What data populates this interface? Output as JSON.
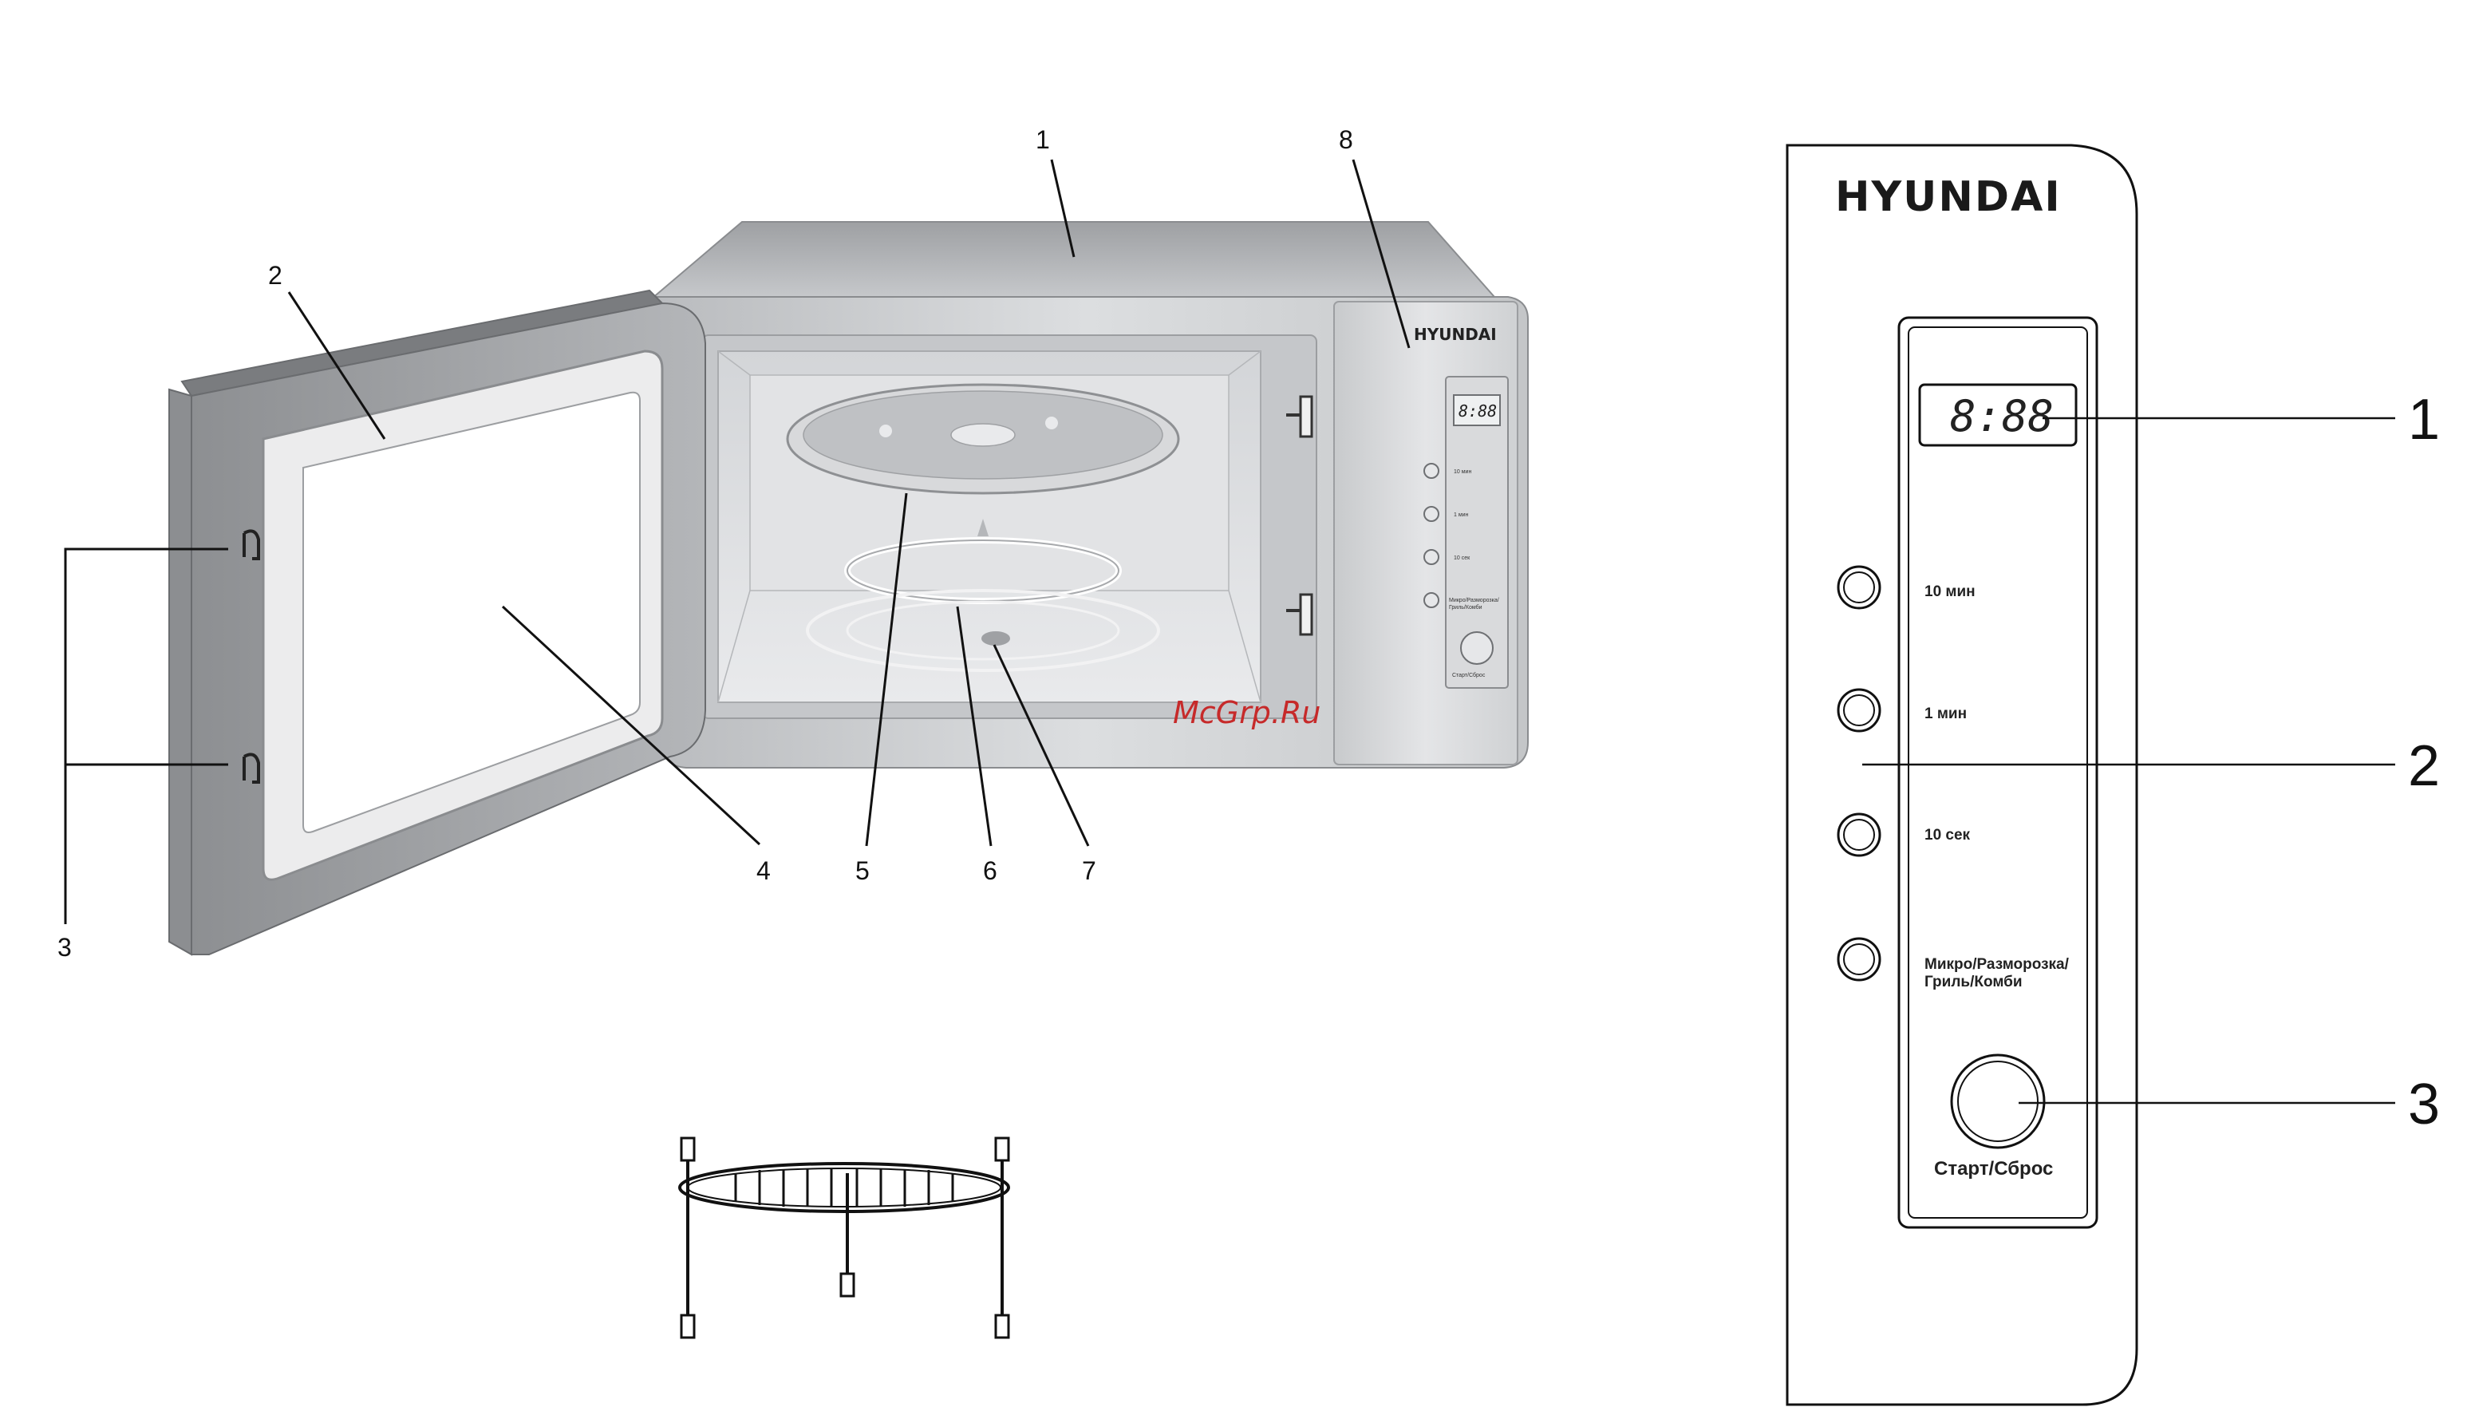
{
  "callouts": {
    "c1": "1",
    "c2": "2",
    "c3": "3",
    "c4": "4",
    "c5": "5",
    "c6": "6",
    "c7": "7",
    "c8": "8"
  },
  "brand": "HYUNDAI",
  "display": "8:88",
  "panel_buttons": {
    "b1": "10 мин",
    "b2": "1 мин",
    "b3": "10 сек",
    "b4_line1": "Микро/Разморозка/",
    "b4_line2": "Гриль/Комби"
  },
  "start_label": "Старт/Сброс",
  "panel_callouts": {
    "p1": "1",
    "p2": "2",
    "p3": "3"
  },
  "watermark": "McGrp.Ru",
  "colors": {
    "body_gray": "#a9abae",
    "light_gray": "#d6d8da",
    "line": "#111111",
    "watermark": "#c62a2a"
  }
}
